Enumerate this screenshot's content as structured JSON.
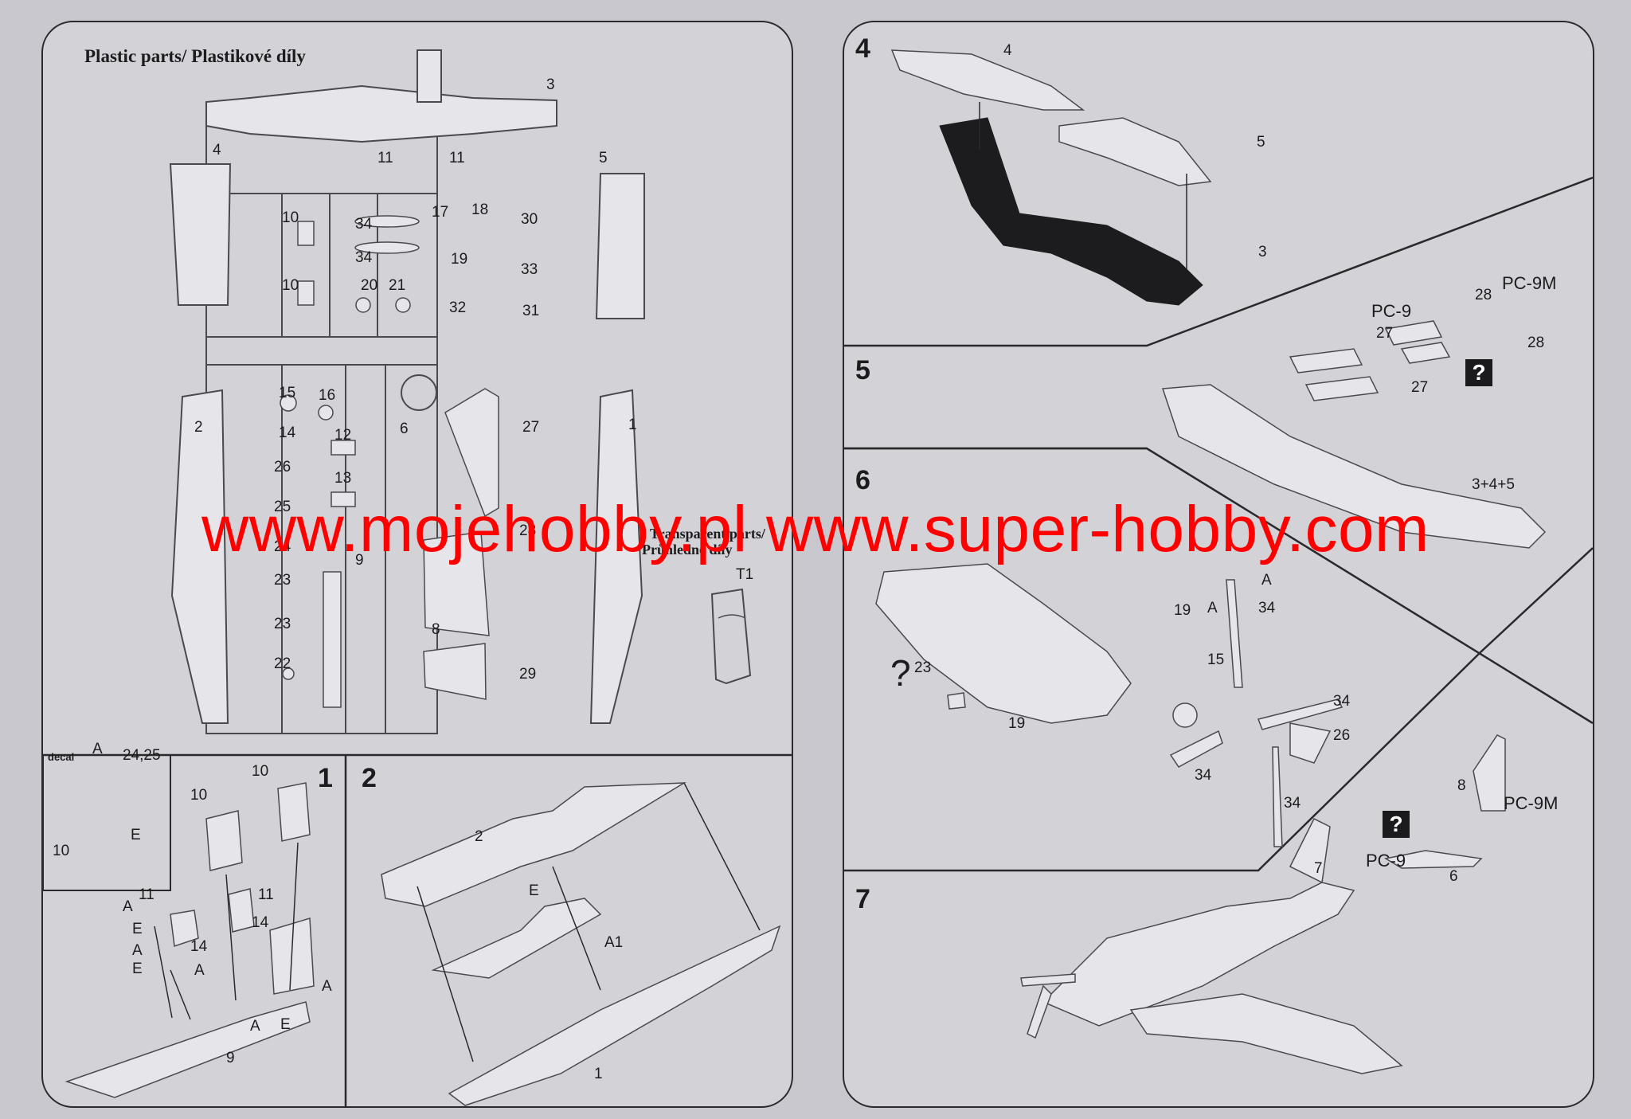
{
  "left": {
    "header": "Plastic parts/ Plastikové díly",
    "transparent_header_1": "Transparent parts/",
    "transparent_header_2": "Průhledné díly",
    "sprue_labels": {
      "p3": "3",
      "p4": "4",
      "p5": "5",
      "p11a": "11",
      "p11b": "11",
      "p10a": "10",
      "p10b": "10",
      "p34a": "34",
      "p34b": "34",
      "p17": "17",
      "p18": "18",
      "p19": "19",
      "p30": "30",
      "p33": "33",
      "p20": "20",
      "p21": "21",
      "p32": "32",
      "p31": "31",
      "p15": "15",
      "p16": "16",
      "p14": "14",
      "p12": "12",
      "p6": "6",
      "p27": "27",
      "p2": "2",
      "p1": "1",
      "p26": "26",
      "p13": "13",
      "p25": "25",
      "p24": "24",
      "p9": "9",
      "p28": "28",
      "p23a": "23",
      "p23b": "23",
      "p8": "8",
      "p22": "22",
      "p29": "29",
      "t1": "T1"
    },
    "step1": {
      "num": "1",
      "inset": {
        "decal": "decal",
        "a": "A",
        "nums": "24,25",
        "e": "E",
        "ten": "10"
      },
      "labels": {
        "l10a": "10",
        "l10b": "10",
        "l11a": "11",
        "l11b": "11",
        "lA1": "A",
        "lE1": "E",
        "lA2": "A",
        "lE2": "E",
        "l14a": "14",
        "l14b": "14",
        "lA3": "A",
        "lA4": "A",
        "lA5": "A",
        "lE3": "E",
        "l9": "9"
      }
    },
    "step2": {
      "num": "2",
      "labels": {
        "l2": "2",
        "lE": "E",
        "lA1": "A1",
        "l1": "1"
      }
    }
  },
  "right": {
    "step4": {
      "num": "4",
      "labels": {
        "l4": "4",
        "l5": "5",
        "l3": "3"
      }
    },
    "step5": {
      "num": "5",
      "labels": {
        "pc9m": "PC-9M",
        "pc9": "PC-9",
        "l28a": "28",
        "l28b": "28",
        "l27a": "27",
        "l27b": "27",
        "l345": "3+4+5"
      },
      "qmark": "?"
    },
    "step6": {
      "num": "6",
      "labels": {
        "lA1": "A",
        "l34a": "34",
        "l19a": "19",
        "lA2": "A",
        "l15": "15",
        "l34b": "34",
        "l26": "26",
        "l34c": "34",
        "l34d": "34",
        "l19b": "19",
        "q23": "?",
        "l23": "23"
      }
    },
    "step7": {
      "num": "7",
      "labels": {
        "l8": "8",
        "pc9m": "PC-9M",
        "l7": "7",
        "pc9": "PC-9",
        "l6": "6"
      },
      "qmark": "?"
    }
  },
  "watermark": "www.mojehobby.pl www.super-hobby.com",
  "colors": {
    "paper": "#d3d2d7",
    "ink": "#1c1c1e",
    "watermark": "#ff0000",
    "background": "#c9c8ce"
  },
  "icons": [
    "help-icon",
    "help-icon"
  ]
}
